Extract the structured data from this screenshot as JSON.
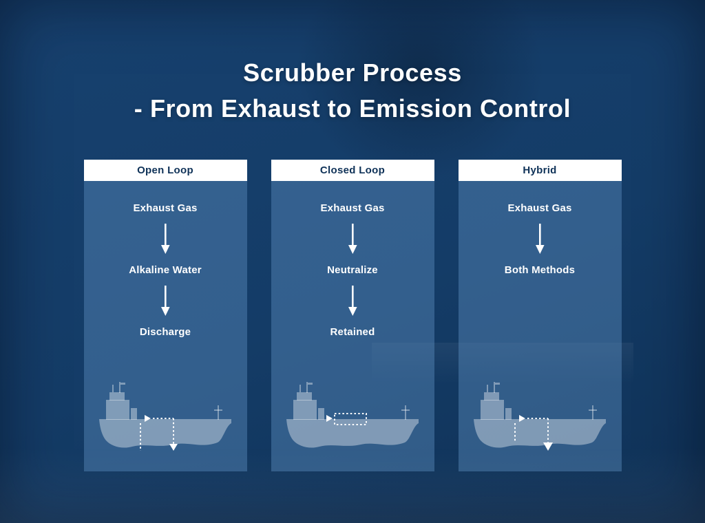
{
  "title": {
    "line1": "Scrubber Process",
    "line2": "- From Exhaust to Emission Control"
  },
  "columns": [
    {
      "header": "Open Loop",
      "steps": [
        "Exhaust Gas",
        "Alkaline Water",
        "Discharge"
      ],
      "flow_icon": "discharge-overboard-flow-icon"
    },
    {
      "header": "Closed Loop",
      "steps": [
        "Exhaust Gas",
        "Neutralize",
        "Retained"
      ],
      "flow_icon": "recirculation-loop-flow-icon"
    },
    {
      "header": "Hybrid",
      "steps": [
        "Exhaust Gas",
        "Both Methods"
      ],
      "flow_icon": "hybrid-flow-icon"
    }
  ],
  "icons": {
    "down_arrow": "↓",
    "flow_arrow_right": "▸",
    "flow_arrow_down": "▾",
    "ship": "ship-silhouette"
  },
  "colors": {
    "background": "#143d6b",
    "panel": "#37648f",
    "header_bar": "#ffffff",
    "header_text": "#0e3157",
    "text": "#ffffff"
  }
}
